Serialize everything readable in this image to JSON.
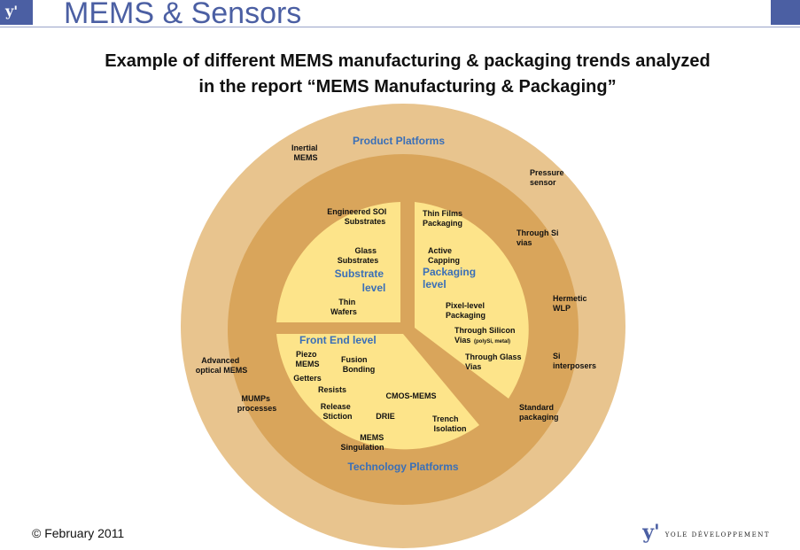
{
  "header": {
    "logo_text": "y'",
    "title": "MEMS & Sensors"
  },
  "subtitle": {
    "line1": "Example of different MEMS manufacturing & packaging trends analyzed",
    "line2": "in the report “MEMS Manufacturing & Packaging”"
  },
  "colors": {
    "outer_ring": "#e8c48e",
    "middle_ring": "#d9a55b",
    "inner_segments": "#fde48a",
    "ring_label_blue": "#3a6fb7",
    "brand_blue": "#4b5fa3"
  },
  "diagram": {
    "outer_ring": {
      "title": "Product Platforms",
      "items": [
        {
          "lines": [
            "Inertial",
            "MEMS"
          ]
        },
        {
          "lines": [
            "Pressure",
            "sensor"
          ]
        },
        {
          "lines": [
            "Advanced",
            "optical MEMS"
          ]
        },
        {
          "lines": [
            "MUMPs",
            "processes"
          ]
        }
      ]
    },
    "middle_ring": {
      "title": "Technology Platforms",
      "items": [
        {
          "lines": [
            "Through Si",
            "vias"
          ]
        },
        {
          "lines": [
            "Hermetic",
            "WLP"
          ]
        },
        {
          "lines": [
            "Si",
            "interposers"
          ]
        },
        {
          "lines": [
            "Standard",
            "packaging"
          ]
        }
      ]
    },
    "substrate_segment": {
      "title_lines": [
        "Substrate",
        "level"
      ],
      "items": [
        {
          "lines": [
            "Engineered SOI",
            "Substrates"
          ]
        },
        {
          "lines": [
            "Glass",
            "Substrates"
          ]
        },
        {
          "lines": [
            "Thin",
            "Wafers"
          ]
        }
      ]
    },
    "packaging_segment": {
      "title_lines": [
        "Packaging",
        "level"
      ],
      "items": [
        {
          "lines": [
            "Thin Films",
            "Packaging"
          ]
        },
        {
          "lines": [
            "Active",
            "Capping"
          ]
        },
        {
          "lines": [
            "Pixel-level",
            "Packaging"
          ]
        },
        {
          "lines": [
            "Through Silicon",
            "Vias"
          ],
          "note": "(polySi, metal)"
        },
        {
          "lines": [
            "Through Glass",
            "Vias"
          ]
        }
      ]
    },
    "front_end_segment": {
      "title": "Front End level",
      "items": [
        {
          "lines": [
            "Piezo",
            "MEMS"
          ]
        },
        {
          "lines": [
            "Fusion",
            "Bonding"
          ]
        },
        {
          "lines": [
            "Getters"
          ]
        },
        {
          "lines": [
            "Resists"
          ]
        },
        {
          "lines": [
            "CMOS-MEMS"
          ]
        },
        {
          "lines": [
            "Release",
            "Stiction"
          ]
        },
        {
          "lines": [
            "DRIE"
          ]
        },
        {
          "lines": [
            "Trench",
            "Isolation"
          ]
        },
        {
          "lines": [
            "MEMS",
            "Singulation"
          ]
        }
      ]
    }
  },
  "footer": {
    "copyright": "© February 2011",
    "brand_mark": "y'",
    "brand_name": "YOLE DÉVELOPPEMENT"
  }
}
